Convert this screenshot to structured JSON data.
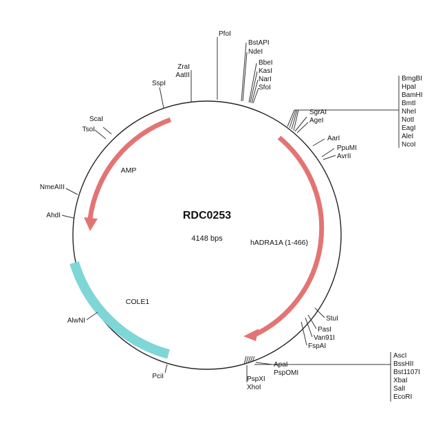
{
  "map": {
    "name": "RDC0253",
    "size_label": "4148 bps"
  },
  "features": [
    {
      "label": "AMP",
      "color": "#e07070",
      "kind": "arrow"
    },
    {
      "label": "hADRA1A (1-466)",
      "color": "#e07070",
      "kind": "arrow"
    },
    {
      "label": "COLE1",
      "color": "#7fd6d6",
      "kind": "block"
    }
  ],
  "sites": [
    "PfoI",
    "BstAPI",
    "NdeI",
    "BbeI",
    "KasI",
    "NarI",
    "SfoI",
    "ZraI",
    "AatII",
    "SspI",
    "ScaI",
    "TsoI",
    "NmeAIII",
    "AhdI",
    "SgrAI",
    "AgeI",
    "AarI",
    "PpuMI",
    "AvrII",
    "StuI",
    "PasI",
    "Van91I",
    "FspAI",
    "ApaI",
    "PspOMI",
    "PspXI",
    "XhoI",
    "PciI",
    "AlwNI"
  ],
  "groups": {
    "right_top": [
      "BmgBI",
      "HpaI",
      "BamHI",
      "BmtI",
      "NheI",
      "NotI",
      "EagI",
      "AleI",
      "NcoI"
    ],
    "right_bottom": [
      "AscI",
      "BssHII",
      "Bst1107I",
      "XbaI",
      "SalI",
      "EcoRI"
    ]
  }
}
